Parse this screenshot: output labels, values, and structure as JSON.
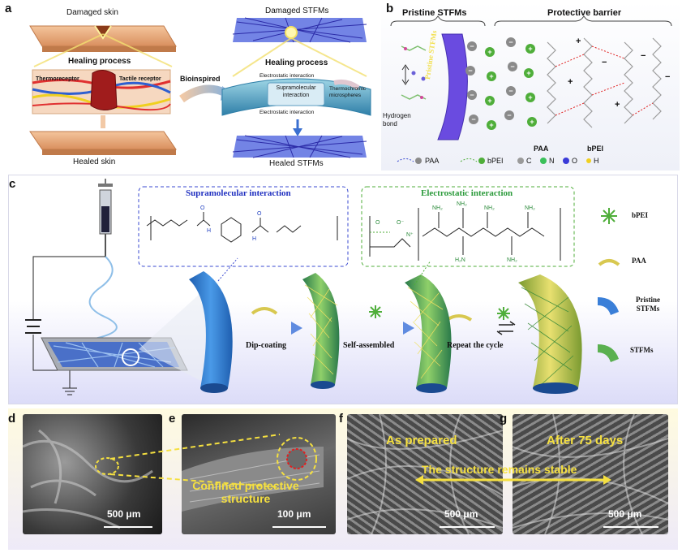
{
  "panel_a": {
    "label": "a",
    "damaged_skin": "Damaged skin",
    "healing_left": "Healing process",
    "thermoreceptor": "Thermoreceptor",
    "tactile": "Tactile receptor",
    "healed_skin": "Healed skin",
    "bioinspired": "Bioinspired",
    "damaged_stfms": "Damaged STFMs",
    "healing_right": "Healing process",
    "electro_top": "Electrostatic interaction",
    "supra": "Supramolecular interaction",
    "thermo_micro": "Thermochromic microspheres",
    "electro_bottom": "Electrostatic interaction",
    "healed_stfms": "Healed STFMs"
  },
  "panel_b": {
    "label": "b",
    "pristine": "Pristine STFMs",
    "barrier": "Protective barrier",
    "hbond": "Hydrogen bond",
    "fiber_text": "Pristine STFMs",
    "paa_label": "PAA",
    "bpei_label": "bPEI",
    "legend": {
      "paa": "PAA",
      "bpei": "bPEI",
      "c": "C",
      "n": "N",
      "o": "O",
      "h": "H"
    }
  },
  "panel_c": {
    "label": "c",
    "supra_title": "Supramolecular interaction",
    "electro_title": "Electrostatic interaction",
    "legend": {
      "bpei": "bPEI",
      "paa": "PAA",
      "pristine": "Pristine STFMs",
      "stfms": "STFMs"
    },
    "steps": {
      "dip": "Dip-coating",
      "self": "Self-assembled",
      "repeat": "Repeat the cycle"
    }
  },
  "panel_d": {
    "label": "d",
    "scale": "500 μm"
  },
  "panel_e": {
    "label": "e",
    "caption": "Confined protective structure",
    "scale": "100 μm"
  },
  "panel_f": {
    "label": "f",
    "caption": "As prepared",
    "scale": "500 μm"
  },
  "panel_g": {
    "label": "g",
    "caption": "After 75 days",
    "scale": "500 μm"
  },
  "shared": {
    "stable": "The structure remains stable"
  }
}
